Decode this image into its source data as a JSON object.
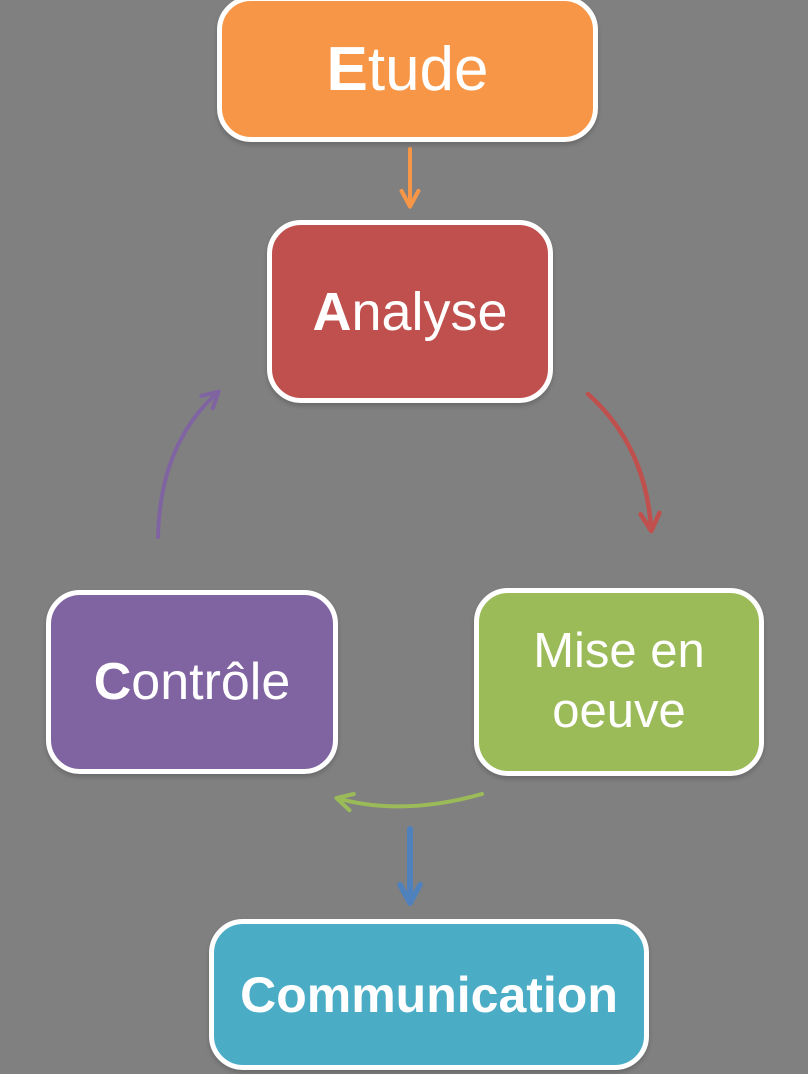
{
  "diagram": {
    "background": "#808080",
    "text_color": "#ffffff",
    "nodes": [
      {
        "id": "etude",
        "label": "Etude",
        "bold_prefix": "E",
        "label_rest": "tude",
        "color": "#F79646"
      },
      {
        "id": "analyse",
        "label": "Analyse",
        "bold_prefix": "A",
        "label_rest": "nalyse",
        "color": "#C0504D"
      },
      {
        "id": "mise-en-oeuve",
        "label": "Mise en oeuve",
        "line1": "Mise en",
        "line2": "oeuve",
        "color": "#9BBB59"
      },
      {
        "id": "controle",
        "label": "Contrôle",
        "bold_prefix": "C",
        "label_rest": "ontrôle",
        "color": "#8064A2"
      },
      {
        "id": "communication",
        "label": "Communication",
        "color": "#4BACC6"
      }
    ],
    "arrows": [
      {
        "name": "etude-to-analyse",
        "color": "#F79646"
      },
      {
        "name": "analyse-to-mise-en-oeuve",
        "color": "#C0504D"
      },
      {
        "name": "mise-en-oeuve-to-controle",
        "color": "#9BBB59"
      },
      {
        "name": "cycle-to-communication",
        "color": "#4F81BD"
      },
      {
        "name": "controle-to-analyse",
        "color": "#8064A2"
      }
    ]
  }
}
